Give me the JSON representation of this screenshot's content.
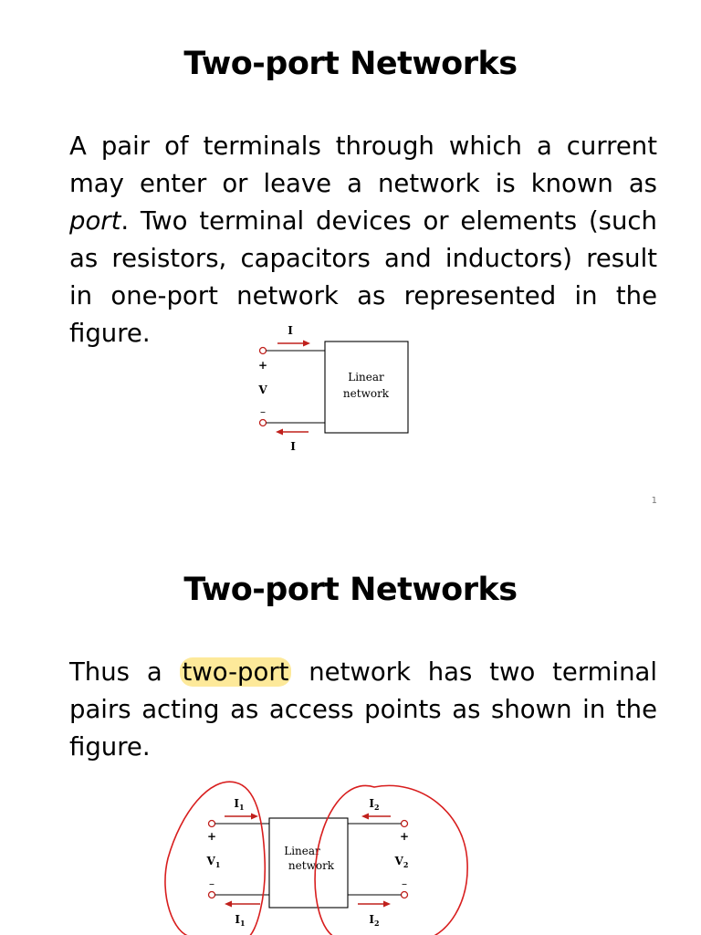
{
  "slide1": {
    "title": "Two-port Networks",
    "para_part1": "A pair of terminals through which a current may enter or leave a network is known as ",
    "para_italic": "port",
    "para_part2": ". Two terminal devices or elements (such as resistors, capacitors and inductors) result in one-port network as represented in the figure.",
    "figure": {
      "current_top": "I",
      "current_bottom": "I",
      "plus": "+",
      "voltage": "V",
      "minus": "–",
      "box_line1": "Linear",
      "box_line2": "network"
    },
    "page_number": "1"
  },
  "slide2": {
    "title": "Two-port Networks",
    "para_part1": "Thus a ",
    "para_highlight": "two-port",
    "para_part2": " network has two terminal pairs acting as access points as shown in the figure.",
    "figure": {
      "i1_top": "I",
      "i1_sub": "1",
      "i2_top": "I",
      "i2_sub": "2",
      "i1_bottom": "I",
      "i1_bottom_sub": "1",
      "i2_bottom": "I",
      "i2_bottom_sub": "2",
      "plus_left": "+",
      "plus_right": "+",
      "v1": "V",
      "v1_sub": "1",
      "v2": "V",
      "v2_sub": "2",
      "minus_left": "–",
      "minus_right": "–",
      "box_line1": "Linear",
      "box_line2": "network"
    },
    "colors": {
      "wire_red": "#c0201c",
      "ink_red": "#d81e1e",
      "highlight": "#fde99a"
    }
  }
}
